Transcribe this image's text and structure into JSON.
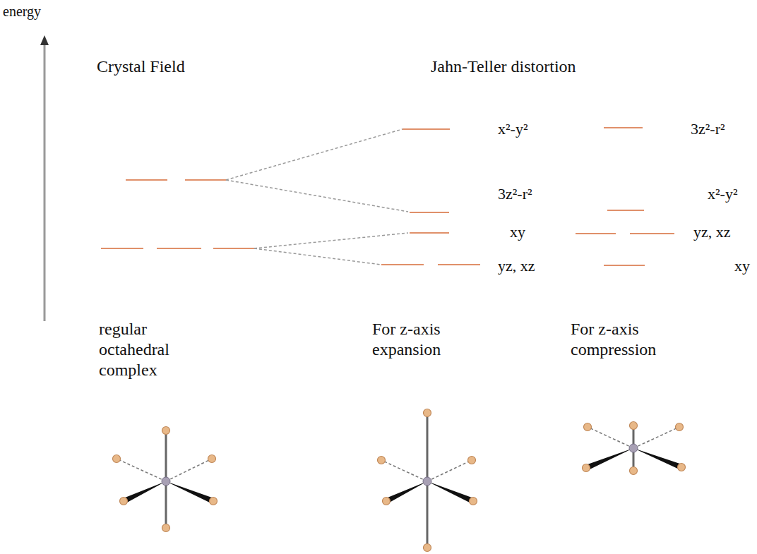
{
  "diagram": {
    "labels": [
      "energy",
      "Crystal Field",
      "Jahn-Teller  distortion",
      "x²-y²",
      "3z²-r²",
      "xy",
      "yz, xz",
      "3z²-r²",
      "x²-y²",
      "yz, xz",
      "xy",
      "regular octahedral complex",
      "For z-axis expansion",
      "For z-axis compression"
    ]
  }
}
